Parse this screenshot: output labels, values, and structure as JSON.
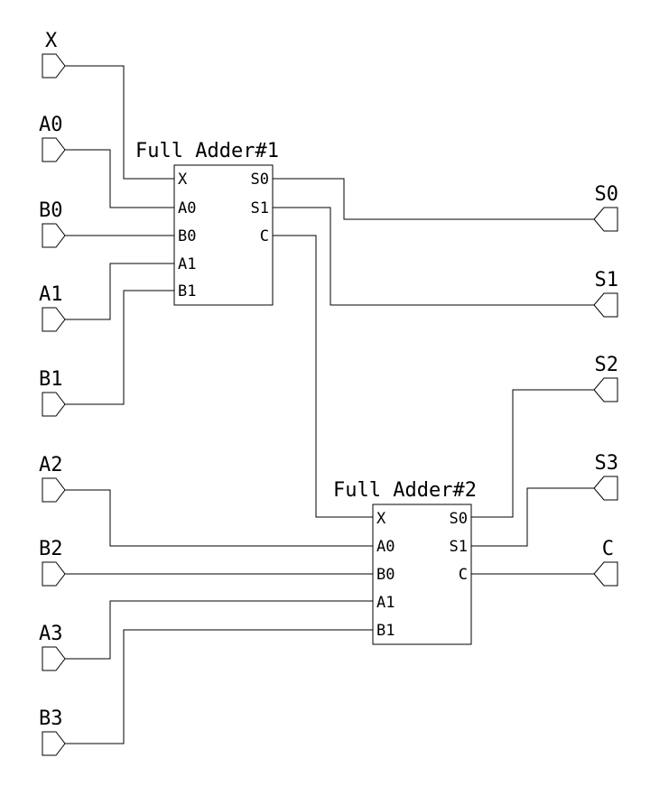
{
  "inputs": [
    {
      "id": "X",
      "label": "X"
    },
    {
      "id": "A0",
      "label": "A0"
    },
    {
      "id": "B0",
      "label": "B0"
    },
    {
      "id": "A1",
      "label": "A1"
    },
    {
      "id": "B1",
      "label": "B1"
    },
    {
      "id": "A2",
      "label": "A2"
    },
    {
      "id": "B2",
      "label": "B2"
    },
    {
      "id": "A3",
      "label": "A3"
    },
    {
      "id": "B3",
      "label": "B3"
    }
  ],
  "outputs": [
    {
      "id": "S0",
      "label": "S0"
    },
    {
      "id": "S1",
      "label": "S1"
    },
    {
      "id": "S2",
      "label": "S2"
    },
    {
      "id": "S3",
      "label": "S3"
    },
    {
      "id": "C",
      "label": "C"
    }
  ],
  "blocks": [
    {
      "id": "fa1",
      "title": "Full Adder#1",
      "inputs": [
        "X",
        "A0",
        "B0",
        "A1",
        "B1"
      ],
      "outputs": [
        "S0",
        "S1",
        "C"
      ]
    },
    {
      "id": "fa2",
      "title": "Full Adder#2",
      "inputs": [
        "X",
        "A0",
        "B0",
        "A1",
        "B1"
      ],
      "outputs": [
        "S0",
        "S1",
        "C"
      ]
    }
  ]
}
